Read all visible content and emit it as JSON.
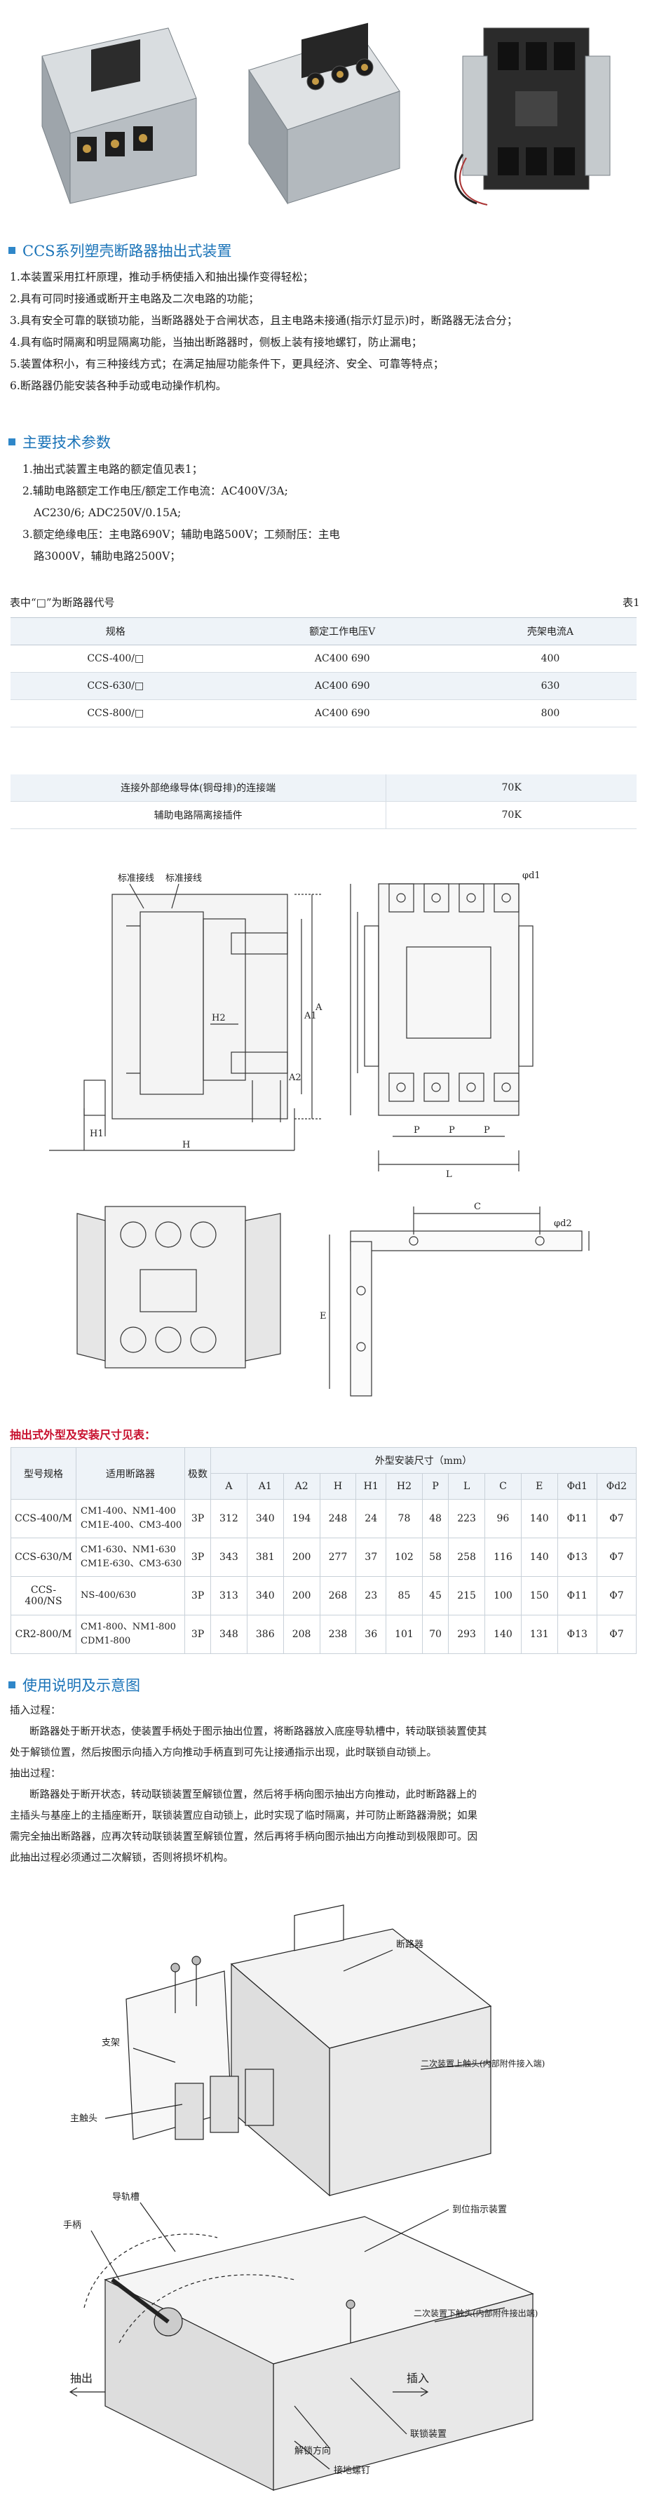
{
  "section_ccs": {
    "title": "CCS系列塑壳断路器抽出式装置",
    "items": [
      "1.本装置采用扛杆原理，推动手柄使插入和抽出操作变得轻松；",
      "2.具有可同时接通或断开主电路及二次电路的功能；",
      "3.具有安全可靠的联锁功能，当断路器处于合闸状态，且主电路未接通(指示灯显示)时，断路器无法合分；",
      "4.具有临时隔离和明显隔离功能，当抽出断路器时，侧板上装有接地螺钉，防止漏电；",
      "5.装置体积小，有三种接线方式；在满足抽屉功能条件下，更具经济、安全、可靠等特点；",
      "6.断路器仍能安装各种手动或电动操作机构。"
    ]
  },
  "section_params": {
    "title": "主要技术参数",
    "items": [
      "1.抽出式装置主电路的额定值见表1；",
      "2.辅助电路额定工作电压/额定工作电流：AC400V/3A;",
      "AC230/6; ADC250V/0.15A;",
      "3.额定绝缘电压：主电路690V；辅助电路500V；工频耐压：主电",
      "路3000V，辅助电路2500V；"
    ]
  },
  "table1": {
    "note": "表中“□”为断路器代号",
    "table_label": "表1",
    "headers": [
      "规格",
      "额定工作电压V",
      "壳架电流A"
    ],
    "rows": [
      [
        "CCS-400/□",
        "AC400 690",
        "400"
      ],
      [
        "CCS-630/□",
        "AC400 690",
        "630"
      ],
      [
        "CCS-800/□",
        "AC400 690",
        "800"
      ]
    ]
  },
  "table2": {
    "rows": [
      [
        "连接外部绝缘导体(铜母排)的连接端",
        "70K"
      ],
      [
        "辅助电路隔离接插件",
        "70K"
      ]
    ]
  },
  "drawing_labels": {
    "left_top_a": "标准接线",
    "left_top_b": "标准接线",
    "A": "A",
    "A1": "A1",
    "A2": "A2",
    "H": "H",
    "H1": "H1",
    "H2": "H2",
    "P": "P",
    "L": "L",
    "phiD1": "φd1",
    "phiD2": "φd2",
    "C": "C",
    "E": "E"
  },
  "table3": {
    "caption": "抽出式外型及安装尺寸见表：",
    "header_top": [
      "型号规格",
      "适用断路器",
      "极数",
      "外型安装尺寸（mm）"
    ],
    "header_sub": [
      "A",
      "A1",
      "A2",
      "H",
      "H1",
      "H2",
      "P",
      "L",
      "C",
      "E",
      "Φd1",
      "Φd2"
    ],
    "rows": [
      {
        "model": "CCS-400/M",
        "apps": [
          "CM1-400、NM1-400",
          "CM1E-400、CM3-400"
        ],
        "poles": "3P",
        "dims": [
          "312",
          "340",
          "194",
          "248",
          "24",
          "78",
          "48",
          "223",
          "96",
          "140",
          "Φ11",
          "Φ7"
        ]
      },
      {
        "model": "CCS-630/M",
        "apps": [
          "CM1-630、NM1-630",
          "CM1E-630、CM3-630"
        ],
        "poles": "3P",
        "dims": [
          "343",
          "381",
          "200",
          "277",
          "37",
          "102",
          "58",
          "258",
          "116",
          "140",
          "Φ13",
          "Φ7"
        ]
      },
      {
        "model": "CCS-400/NS",
        "apps": [
          "NS-400/630"
        ],
        "poles": "3P",
        "dims": [
          "313",
          "340",
          "200",
          "268",
          "23",
          "85",
          "45",
          "215",
          "100",
          "150",
          "Φ11",
          "Φ7"
        ]
      },
      {
        "model": "CR2-800/M",
        "apps": [
          "CM1-800、NM1-800",
          "CDM1-800"
        ],
        "poles": "3P",
        "dims": [
          "348",
          "386",
          "208",
          "238",
          "36",
          "101",
          "70",
          "293",
          "140",
          "131",
          "Φ13",
          "Φ7"
        ]
      }
    ]
  },
  "section_usage": {
    "title": "使用说明及示意图",
    "insert_head": "插入过程：",
    "insert_lines": [
      "断路器处于断开状态，使装置手柄处于图示抽出位置，将断路器放入底座导轨槽中，转动联锁装置使其",
      "处于解锁位置，然后按图示向插入方向推动手柄直到可先让接通指示出现，此时联锁自动锁上。"
    ],
    "extract_head": "抽出过程：",
    "extract_lines": [
      "断路器处于断开状态，转动联锁装置至解锁位置，然后将手柄向图示抽出方向推动，此时断路器上的",
      "主插头与基座上的主插座断开，联锁装置应自动锁上，此时实现了临时隔离，并可防止断路器滑脱；如果",
      "需完全抽出断路器，应再次转动联锁装置至解锁位置，然后再将手柄向图示抽出方向推动到极限即可。因",
      "此抽出过程必须通过二次解锁，否则将损坏机构。"
    ]
  },
  "assembly_labels": {
    "breaker": "断路器",
    "bracket": "支架",
    "main_plug": "主触头",
    "secondary_top": "二次装置上触头(内部附件接入端)",
    "guide": "导轨槽",
    "handle": "手柄",
    "position_indicator": "到位指示装置",
    "extract": "抽出",
    "insert": "插入",
    "secondary_bottom": "二次装置下触头(内部附件接出端)",
    "interlock": "联锁装置",
    "unlock_direction": "解锁方向",
    "ground_screw": "接地螺钉"
  },
  "colors": {
    "accent": "#1a73b8",
    "caption_red": "#c8102e",
    "row_alt": "#eef3f8"
  }
}
